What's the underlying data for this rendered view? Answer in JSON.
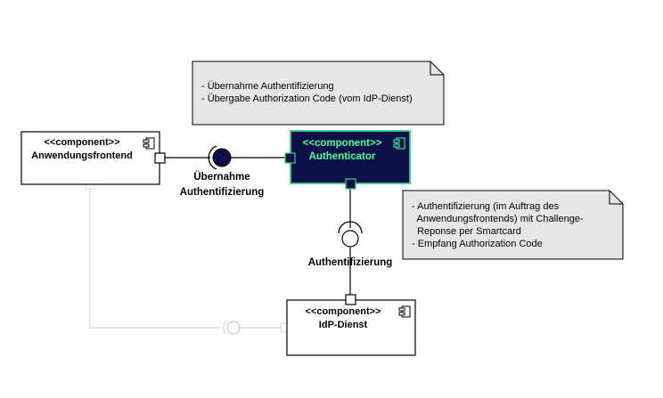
{
  "components": {
    "anwendungsfrontend": {
      "stereotype": "<<component>>",
      "name": "Anwendungsfrontend"
    },
    "authenticator": {
      "stereotype": "<<component>>",
      "name": "Authenticator"
    },
    "idp_dienst": {
      "stereotype": "<<component>>",
      "name": "IdP-Dienst"
    }
  },
  "interfaces": {
    "uebernahme_line1": "Übernahme",
    "uebernahme_line2": "Authentifizierung",
    "authentifizierung": "Authentifizierung"
  },
  "notes": {
    "top": [
      "- Übernahme Authentifizierung",
      "- Übergabe Authorization Code (vom IdP-Dienst)"
    ],
    "right": [
      "- Authentifizierung (im Auftrag des",
      "  Anwendungsfrontends) mit Challenge-",
      "  Reponse per Smartcard",
      "- Empfang Authorization Code"
    ]
  },
  "colors": {
    "authenticator_fill": "#0b1047",
    "authenticator_border": "#3dcc8e",
    "authenticator_text": "#4dff9a",
    "note_fill": "#e6e6e6",
    "ball_fill": "#0b1047",
    "faded_line": "#d9d9d9"
  }
}
